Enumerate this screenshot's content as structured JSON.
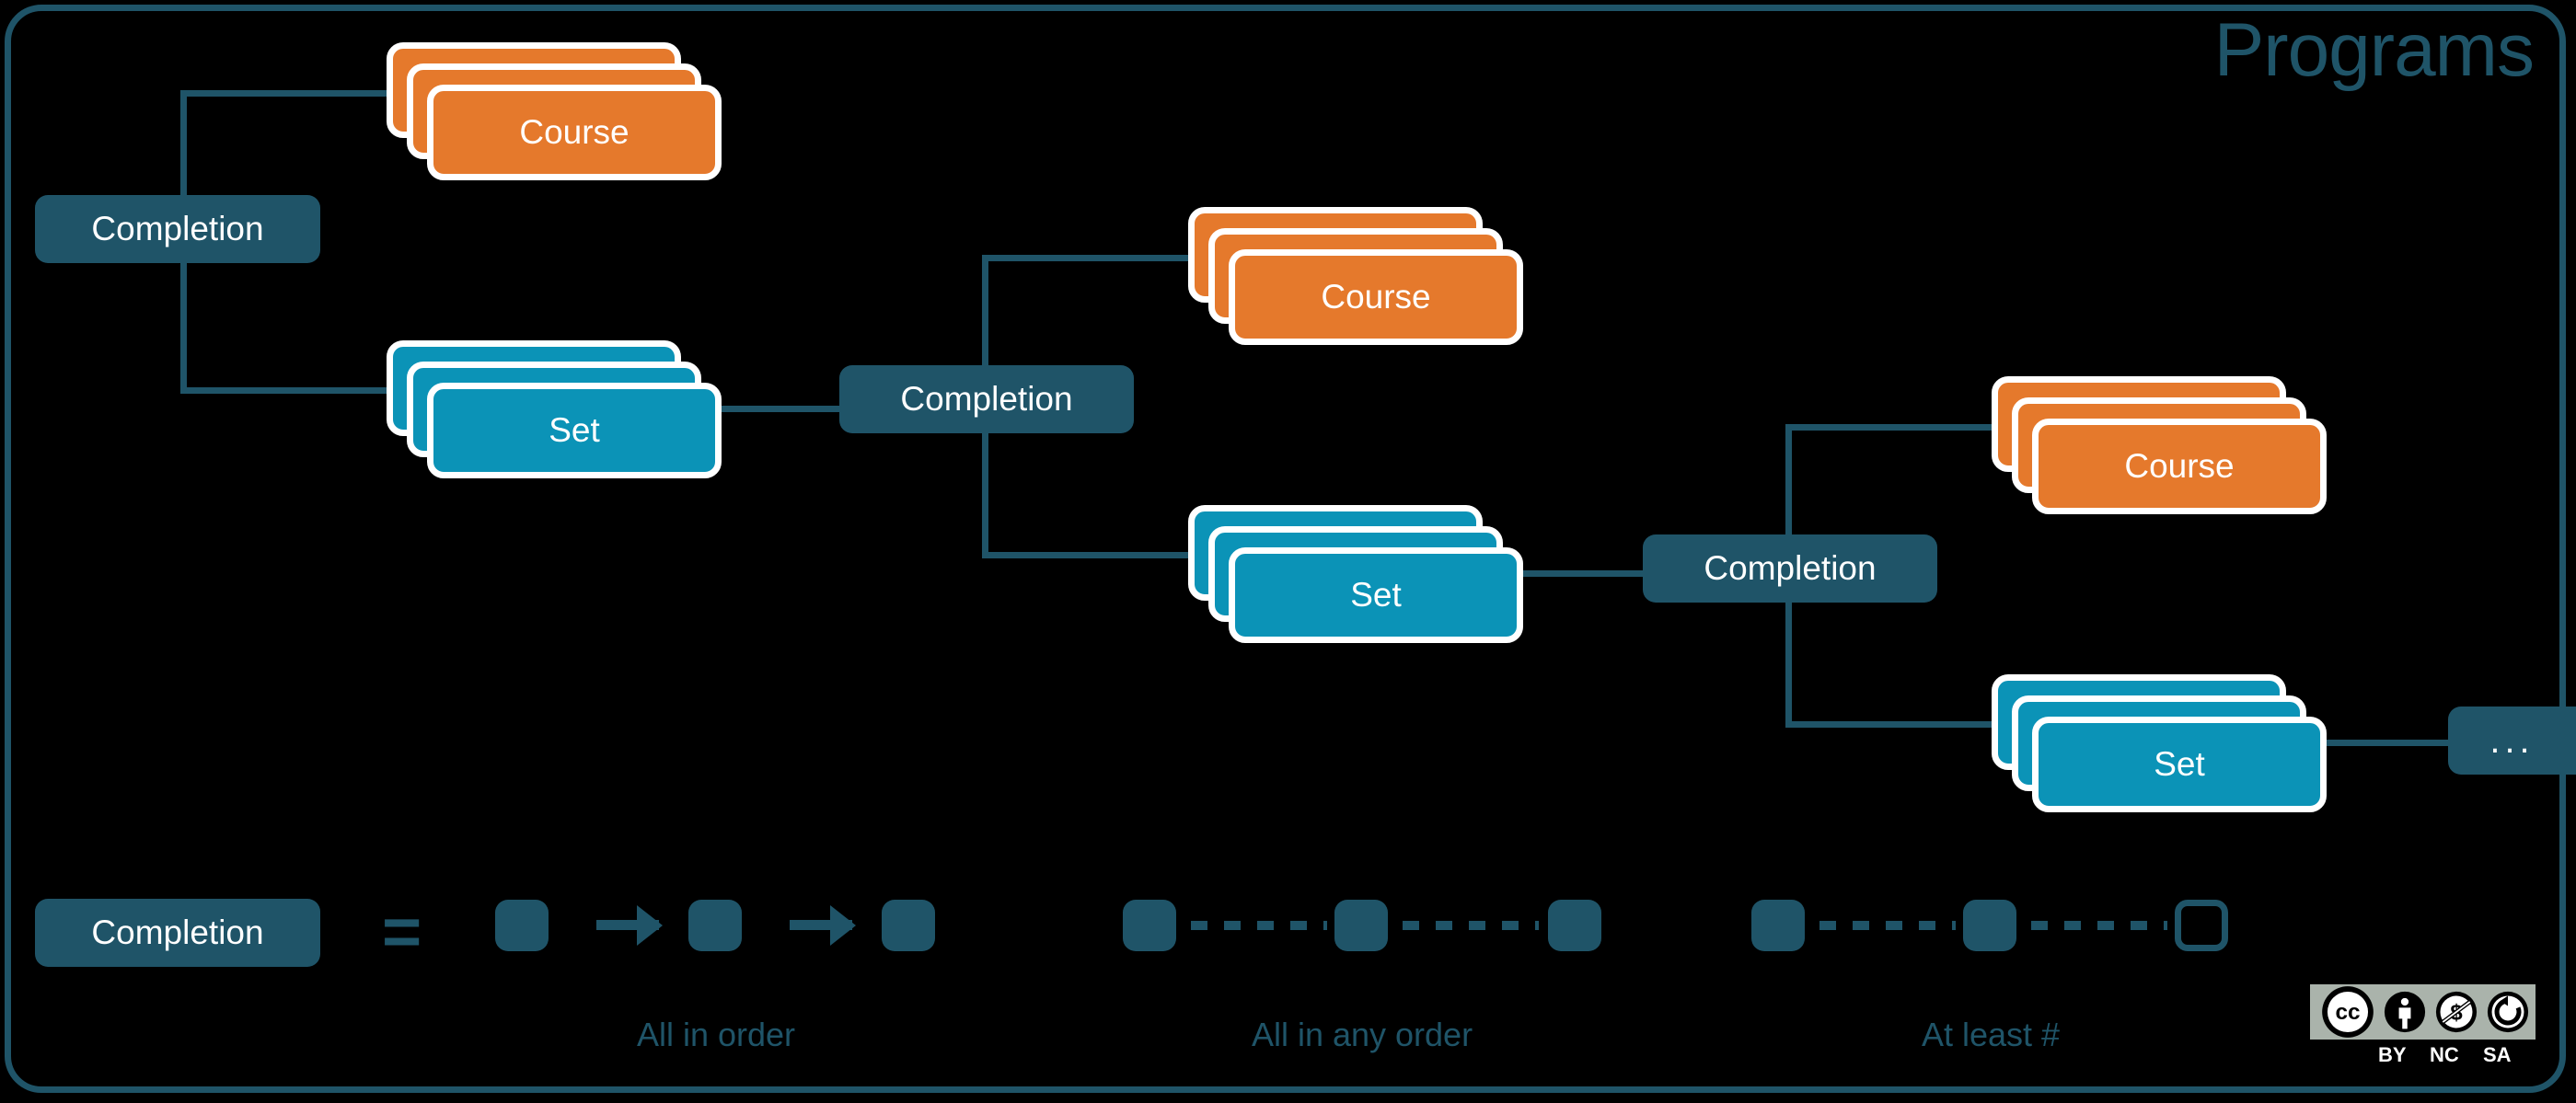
{
  "title": "Programs",
  "colors": {
    "background": "#000000",
    "frame": "#1f5468",
    "completion": "#1f5468",
    "course": "#e5792c",
    "set": "#0b93b7",
    "card_border": "#ffffff",
    "title_text": "#1f5468",
    "node_text": "#ffffff",
    "cc_badge_bg": "#aab3ab"
  },
  "tree": {
    "levels": [
      {
        "completion_label": "Completion",
        "branches": [
          {
            "type": "course",
            "label": "Course",
            "stack_count": 3
          },
          {
            "type": "set",
            "label": "Set",
            "stack_count": 3
          }
        ]
      },
      {
        "completion_label": "Completion",
        "branches": [
          {
            "type": "course",
            "label": "Course",
            "stack_count": 3
          },
          {
            "type": "set",
            "label": "Set",
            "stack_count": 3
          }
        ]
      },
      {
        "completion_label": "Completion",
        "branches": [
          {
            "type": "course",
            "label": "Course",
            "stack_count": 3
          },
          {
            "type": "set",
            "label": "Set",
            "stack_count": 3
          }
        ]
      }
    ],
    "continuation_label": "..."
  },
  "legend": {
    "key_label": "Completion",
    "equals_symbol": "=",
    "groups": [
      {
        "caption": "All in order",
        "connector": "arrow",
        "boxes": [
          "filled",
          "filled",
          "filled"
        ]
      },
      {
        "caption": "All in any order",
        "connector": "dotted",
        "boxes": [
          "filled",
          "filled",
          "filled"
        ]
      },
      {
        "caption": "At least #",
        "connector": "dotted",
        "boxes": [
          "filled",
          "filled",
          "hollow"
        ]
      }
    ]
  },
  "license": {
    "mark": "cc",
    "terms": [
      "BY",
      "NC",
      "SA"
    ]
  }
}
